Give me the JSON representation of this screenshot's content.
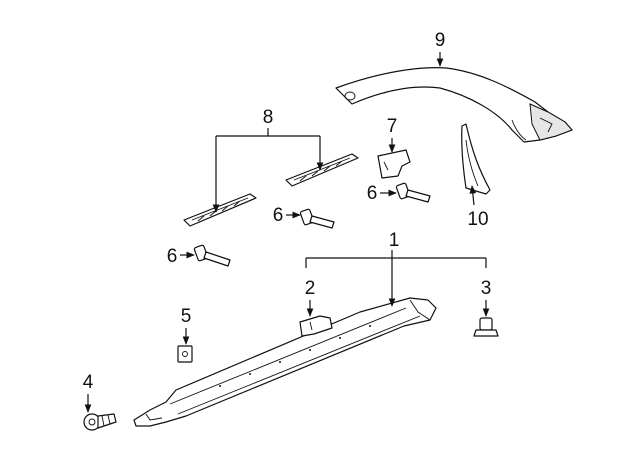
{
  "callouts": {
    "c1": "1",
    "c2": "2",
    "c3": "3",
    "c4": "4",
    "c5": "5",
    "c6a": "6",
    "c6b": "6",
    "c6c": "6",
    "c7": "7",
    "c8": "8",
    "c9": "9",
    "c10": "10"
  }
}
